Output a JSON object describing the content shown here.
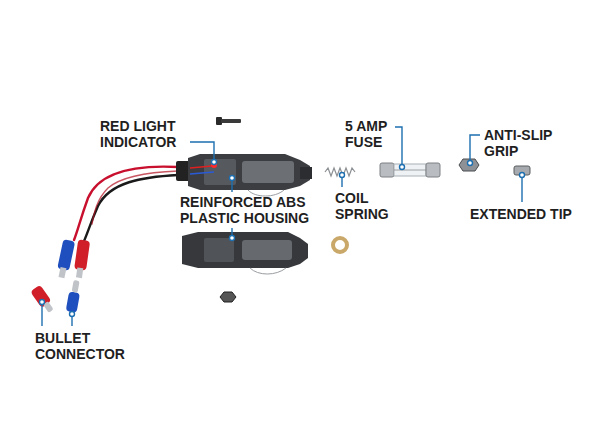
{
  "diagram": {
    "labels": [
      "RED LIGHT INDICATOR",
      "REINFORCED ABS PLASTIC HOUSING",
      "5 AMP FUSE",
      "COIL SPRING",
      "ANTI-SLIP GRIP",
      "EXTENDED TIP",
      "BULLET CONNECTOR"
    ]
  }
}
